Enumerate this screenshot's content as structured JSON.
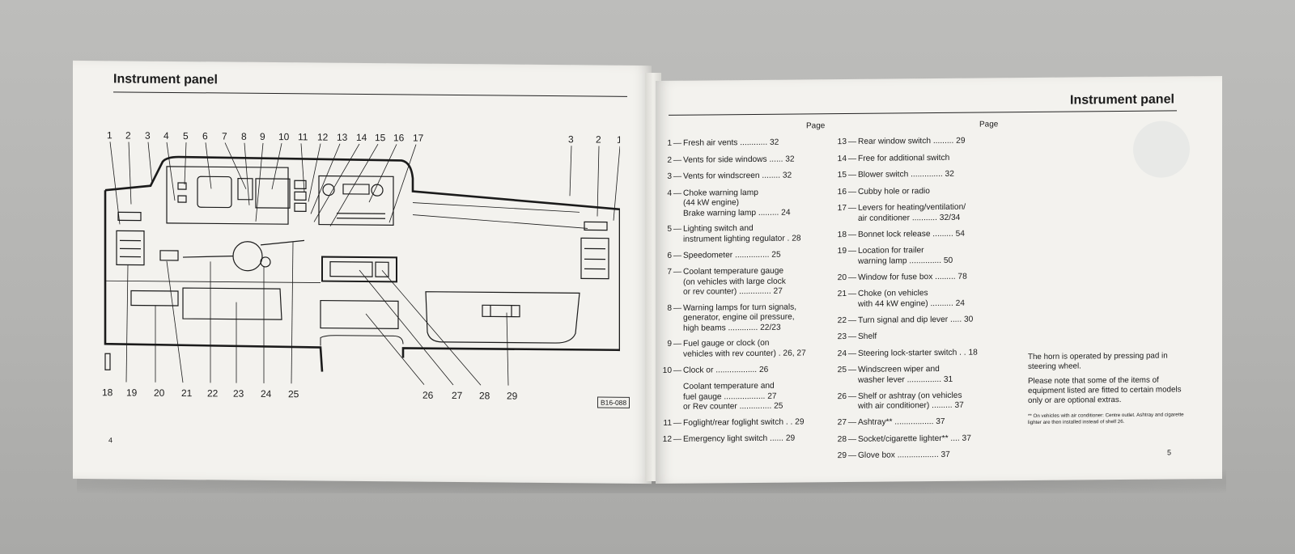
{
  "left_page": {
    "heading": "Instrument panel",
    "page_number": "4",
    "figure_code": "B16-088",
    "top_callouts": [
      "1",
      "2",
      "3",
      "4",
      "5",
      "6",
      "7",
      "8",
      "9",
      "10",
      "11",
      "12",
      "13",
      "14",
      "15",
      "16",
      "17",
      "3",
      "2",
      "1"
    ],
    "bottom_callouts": [
      "18",
      "19",
      "20",
      "21",
      "22",
      "23",
      "24",
      "25",
      "26",
      "27",
      "28",
      "29"
    ]
  },
  "right_page": {
    "heading": "Instrument panel",
    "page_number": "5",
    "page_col_label_1": "Page",
    "page_col_label_2": "Page",
    "left_entries": [
      {
        "num": "1",
        "text": "Fresh air vents ............ 32"
      },
      {
        "num": "2",
        "text": "Vents for side windows ...... 32"
      },
      {
        "num": "3",
        "text": "Vents for windscreen ........ 32"
      },
      {
        "num": "4",
        "text": "Choke warning lamp\n(44 kW engine)\nBrake warning lamp ......... 24"
      },
      {
        "num": "5",
        "text": "Lighting switch and\ninstrument lighting regulator . 28"
      },
      {
        "num": "6",
        "text": "Speedometer ............... 25"
      },
      {
        "num": "7",
        "text": "Coolant temperature gauge\n(on vehicles with large clock\nor rev counter) .............. 27"
      },
      {
        "num": "8",
        "text": "Warning lamps for turn signals,\ngenerator, engine oil pressure,\nhigh beams ............. 22/23"
      },
      {
        "num": "9",
        "text": "Fuel gauge or clock (on\nvehicles with rev counter) . 26, 27"
      },
      {
        "num": "10",
        "text": "Clock or .................. 26"
      },
      {
        "num": "",
        "text": "Coolant temperature and\nfuel gauge .................. 27\nor Rev counter .............. 25"
      },
      {
        "num": "11",
        "text": "Foglight/rear foglight switch . . 29"
      },
      {
        "num": "12",
        "text": "Emergency light switch ...... 29"
      }
    ],
    "right_entries": [
      {
        "num": "13",
        "text": "Rear window switch ......... 29"
      },
      {
        "num": "14",
        "text": "Free for additional switch"
      },
      {
        "num": "15",
        "text": "Blower switch .............. 32"
      },
      {
        "num": "16",
        "text": "Cubby hole or radio"
      },
      {
        "num": "17",
        "text": "Levers for heating/ventilation/\nair conditioner ........... 32/34"
      },
      {
        "num": "18",
        "text": "Bonnet lock release ......... 54"
      },
      {
        "num": "19",
        "text": "Location for trailer\nwarning lamp .............. 50"
      },
      {
        "num": "20",
        "text": "Window for fuse box ......... 78"
      },
      {
        "num": "21",
        "text": "Choke (on vehicles\nwith 44 kW engine) .......... 24"
      },
      {
        "num": "22",
        "text": "Turn signal and dip lever ..... 30"
      },
      {
        "num": "23",
        "text": "Shelf"
      },
      {
        "num": "24",
        "text": "Steering lock-starter switch . . 18"
      },
      {
        "num": "25",
        "text": "Windscreen wiper and\nwasher lever ............... 31"
      },
      {
        "num": "26",
        "text": "Shelf or ashtray (on vehicles\nwith air conditioner) ......... 37"
      },
      {
        "num": "27",
        "text": "Ashtray** ................. 37"
      },
      {
        "num": "28",
        "text": "Socket/cigarette lighter** .... 37"
      },
      {
        "num": "29",
        "text": "Glove box .................. 37"
      }
    ],
    "note_1": "The horn is operated by pressing pad in steering wheel.",
    "note_2": "Please note that some of the items of equipment listed are fitted to certain models only or are optional extras.",
    "footnote": "** On vehicles with air conditioner: Centre outlet. Ashtray and cigarette lighter are then installed instead of shelf 26."
  }
}
